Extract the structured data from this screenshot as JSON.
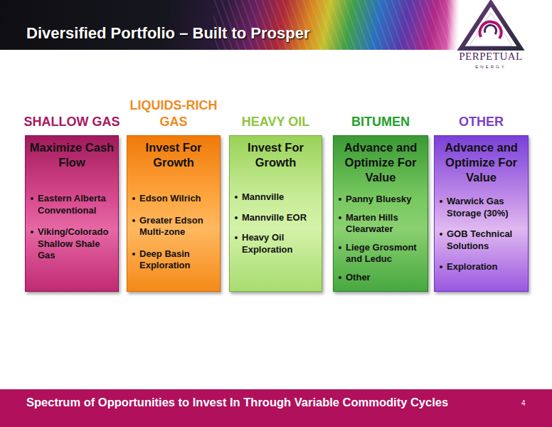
{
  "diagram": {
    "title": "Diversified Portfolio – Built to Prosper",
    "caption": "Spectrum of Opportunities to Invest In Through Variable Commodity Cycles",
    "nodes": [
      {
        "text": [
          "SHALLOW GAS",
          "Maximize Cash Flow",
          "Eastern Alberta Conventional",
          "Viking/Colorado Shallow Shale Gas"
        ]
      },
      {
        "text": [
          "LIQUIDS-RICH GAS",
          "Invest For Growth",
          "Edson Wilrich",
          "Greater Edson Multi-zone",
          "Deep Basin Exploration"
        ]
      },
      {
        "text": [
          "HEAVY OIL",
          "Invest For Growth",
          "Mannville",
          "Mannville EOR",
          "Heavy Oil Exploration"
        ]
      },
      {
        "text": [
          "BITUMEN",
          "Advance and Optimize For Value",
          "Panny Bluesky",
          "Marten Hills Clearwater",
          "Liege Grosmont and Leduc",
          "Other"
        ]
      },
      {
        "text": [
          "OTHER",
          "Advance and Optimize For Value",
          "Warwick Gas Storage (30%)",
          "GOB Technical Solutions",
          "Exploration"
        ]
      }
    ],
    "labels": [
      "PERPETUAL",
      "ENERGY",
      "4"
    ]
  }
}
